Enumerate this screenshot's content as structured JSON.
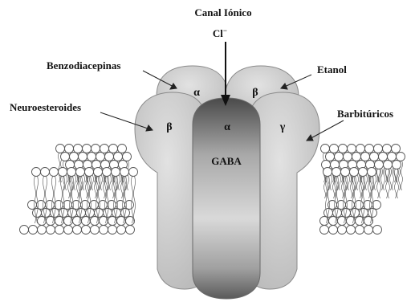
{
  "title": "Canal Iónico",
  "ion": "Cl",
  "ion_charge": "−",
  "center_label": "GABA",
  "ligands": {
    "benzodiacepinas": "Benzodiacepinas",
    "etanol": "Etanol",
    "neuroesteroides": "Neuroesteroides",
    "barbituricos": "Barbitúricos"
  },
  "subunits": {
    "back_left": "α",
    "back_right": "β",
    "front_left": "β",
    "front_center": "α",
    "front_right": "γ"
  }
}
